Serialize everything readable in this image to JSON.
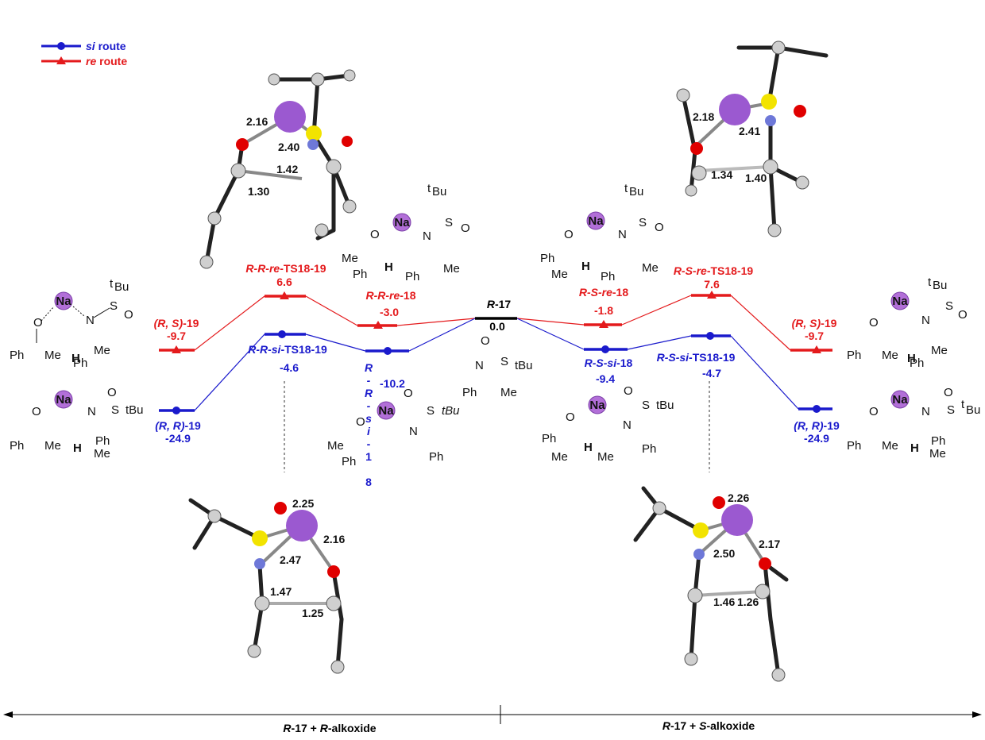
{
  "legend": {
    "si_label": "si",
    "si_suffix": " route",
    "re_label": "re",
    "re_suffix": " route",
    "si_color": "#1a1acc",
    "re_color": "#e41a1c"
  },
  "center": {
    "name_italic": "R",
    "name_rest": "-17",
    "energy": "0.0"
  },
  "red_states": {
    "left_product": {
      "name_a": "(R, S)",
      "name_b": "-19",
      "energy": "-9.7"
    },
    "left_ts": {
      "name_a": "R-R-re",
      "name_b": "-TS18-19",
      "energy": "6.6"
    },
    "left_int": {
      "name_a": "R-R-re",
      "name_b": "-18",
      "energy": "-3.0"
    },
    "right_int": {
      "name_a": "R-S-re",
      "name_b": "-18",
      "energy": "-1.8"
    },
    "right_ts": {
      "name_a": "R-S-re",
      "name_b": "-TS18-19",
      "energy": "7.6"
    },
    "right_product": {
      "name_a": "(R, S)",
      "name_b": "-19",
      "energy": "-9.7"
    }
  },
  "blue_states": {
    "left_product": {
      "name_a": "(R, R)",
      "name_b": "-19",
      "energy": "-24.9"
    },
    "left_ts": {
      "name_a": "R-R-si",
      "name_b": "-TS18-19",
      "energy": "-4.6"
    },
    "left_int": {
      "vertical_chars": [
        "R",
        "-",
        "R",
        "-",
        "s",
        "i",
        "-",
        "1",
        "8"
      ],
      "energy": "-10.2"
    },
    "right_int": {
      "name_a": "R-S-si",
      "name_b": "-18",
      "energy": "-9.4"
    },
    "right_ts": {
      "name_a": "R-S-si",
      "name_b": "-TS18-19",
      "energy": "-4.7"
    },
    "right_product": {
      "name_a": "(R, R)",
      "name_b": "-19",
      "energy": "-24.9"
    }
  },
  "distances": {
    "tl": [
      "2.16",
      "2.40",
      "1.42",
      "1.30"
    ],
    "tr": [
      "2.18",
      "2.41",
      "1.34",
      "1.40"
    ],
    "bl": [
      "2.25",
      "2.16",
      "2.47",
      "1.47",
      "1.25"
    ],
    "br": [
      "2.26",
      "2.50",
      "2.17",
      "1.46",
      "1.26"
    ]
  },
  "atoms": {
    "na": "Na",
    "o": "O",
    "n": "N",
    "s": "S",
    "ph": "Ph",
    "me": "Me",
    "h": "H",
    "tbu": "tBu",
    "t": "t",
    "bu": "Bu"
  },
  "axis": {
    "left_italic_1": "R",
    "left_mid": "-17 + ",
    "left_italic_2": "R",
    "left_end": "-alkoxide",
    "right_italic_1": "R",
    "right_mid": "-17 + ",
    "right_italic_2": "S",
    "right_end": "-alkoxide"
  },
  "ts_3d_geometry": "ball-and-stick renderings"
}
